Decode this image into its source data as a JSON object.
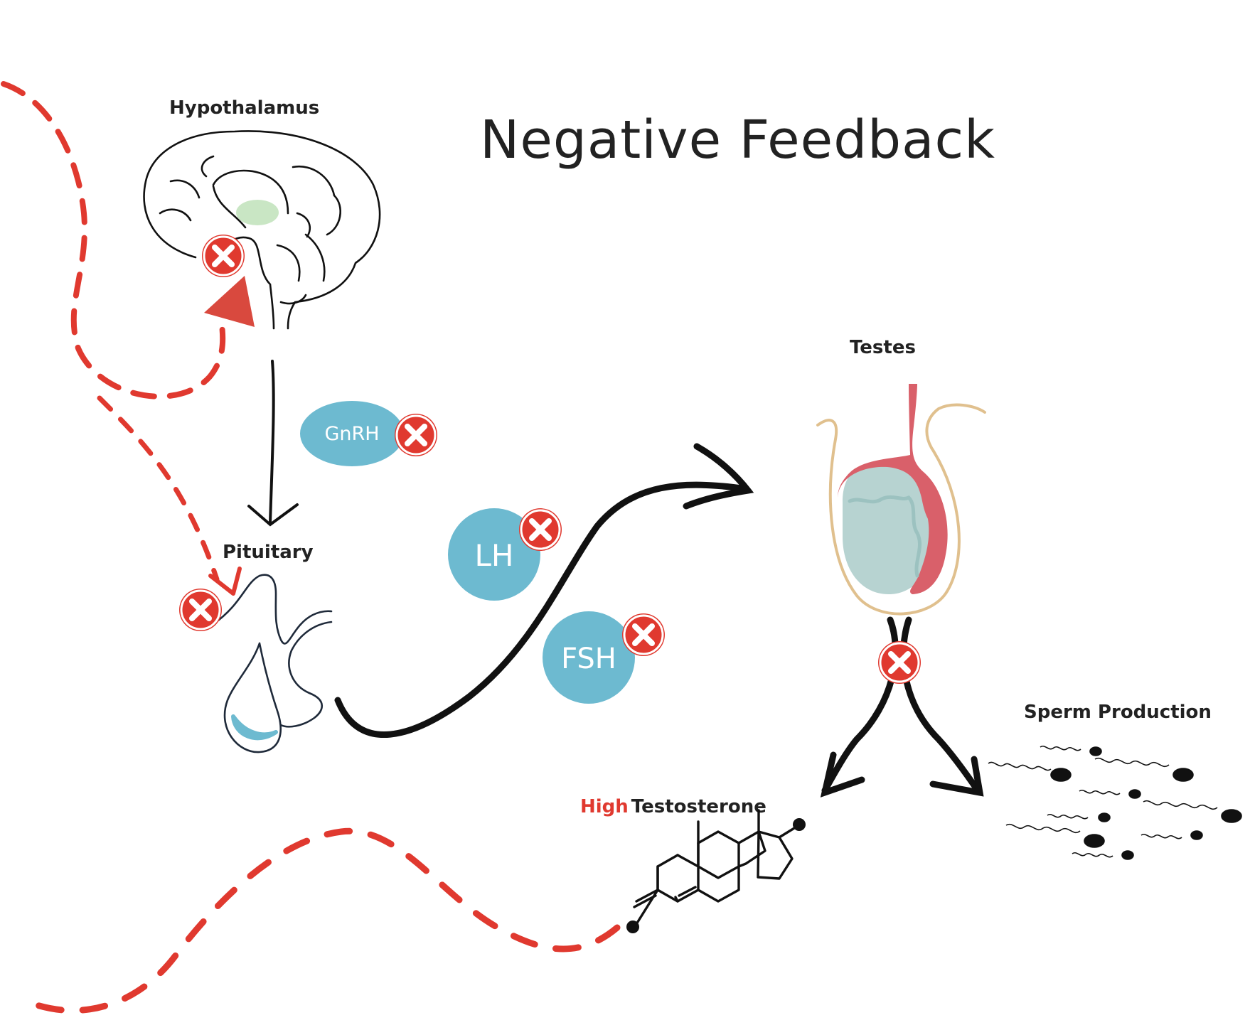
{
  "title": "Negative Feedback",
  "labels": {
    "hypothalamus": "Hypothalamus",
    "pituitary": "Pituitary",
    "testes": "Testes",
    "sperm": "Sperm Production",
    "high": "High",
    "testosterone": "Testosterone"
  },
  "hormones": {
    "gnrh": "GnRH",
    "lh": "LH",
    "fsh": "FSH"
  },
  "colors": {
    "feedback_red": "#e0392f",
    "hormone_blue": "#6dbad0",
    "text_dark": "#222222",
    "brain_green": "#c9e6c4",
    "testis_red": "#d9606a",
    "testis_body": "#b7d3d1",
    "scrotum_outline": "#e0c08e"
  },
  "icons": {
    "blocked": "x-circle-icon"
  }
}
